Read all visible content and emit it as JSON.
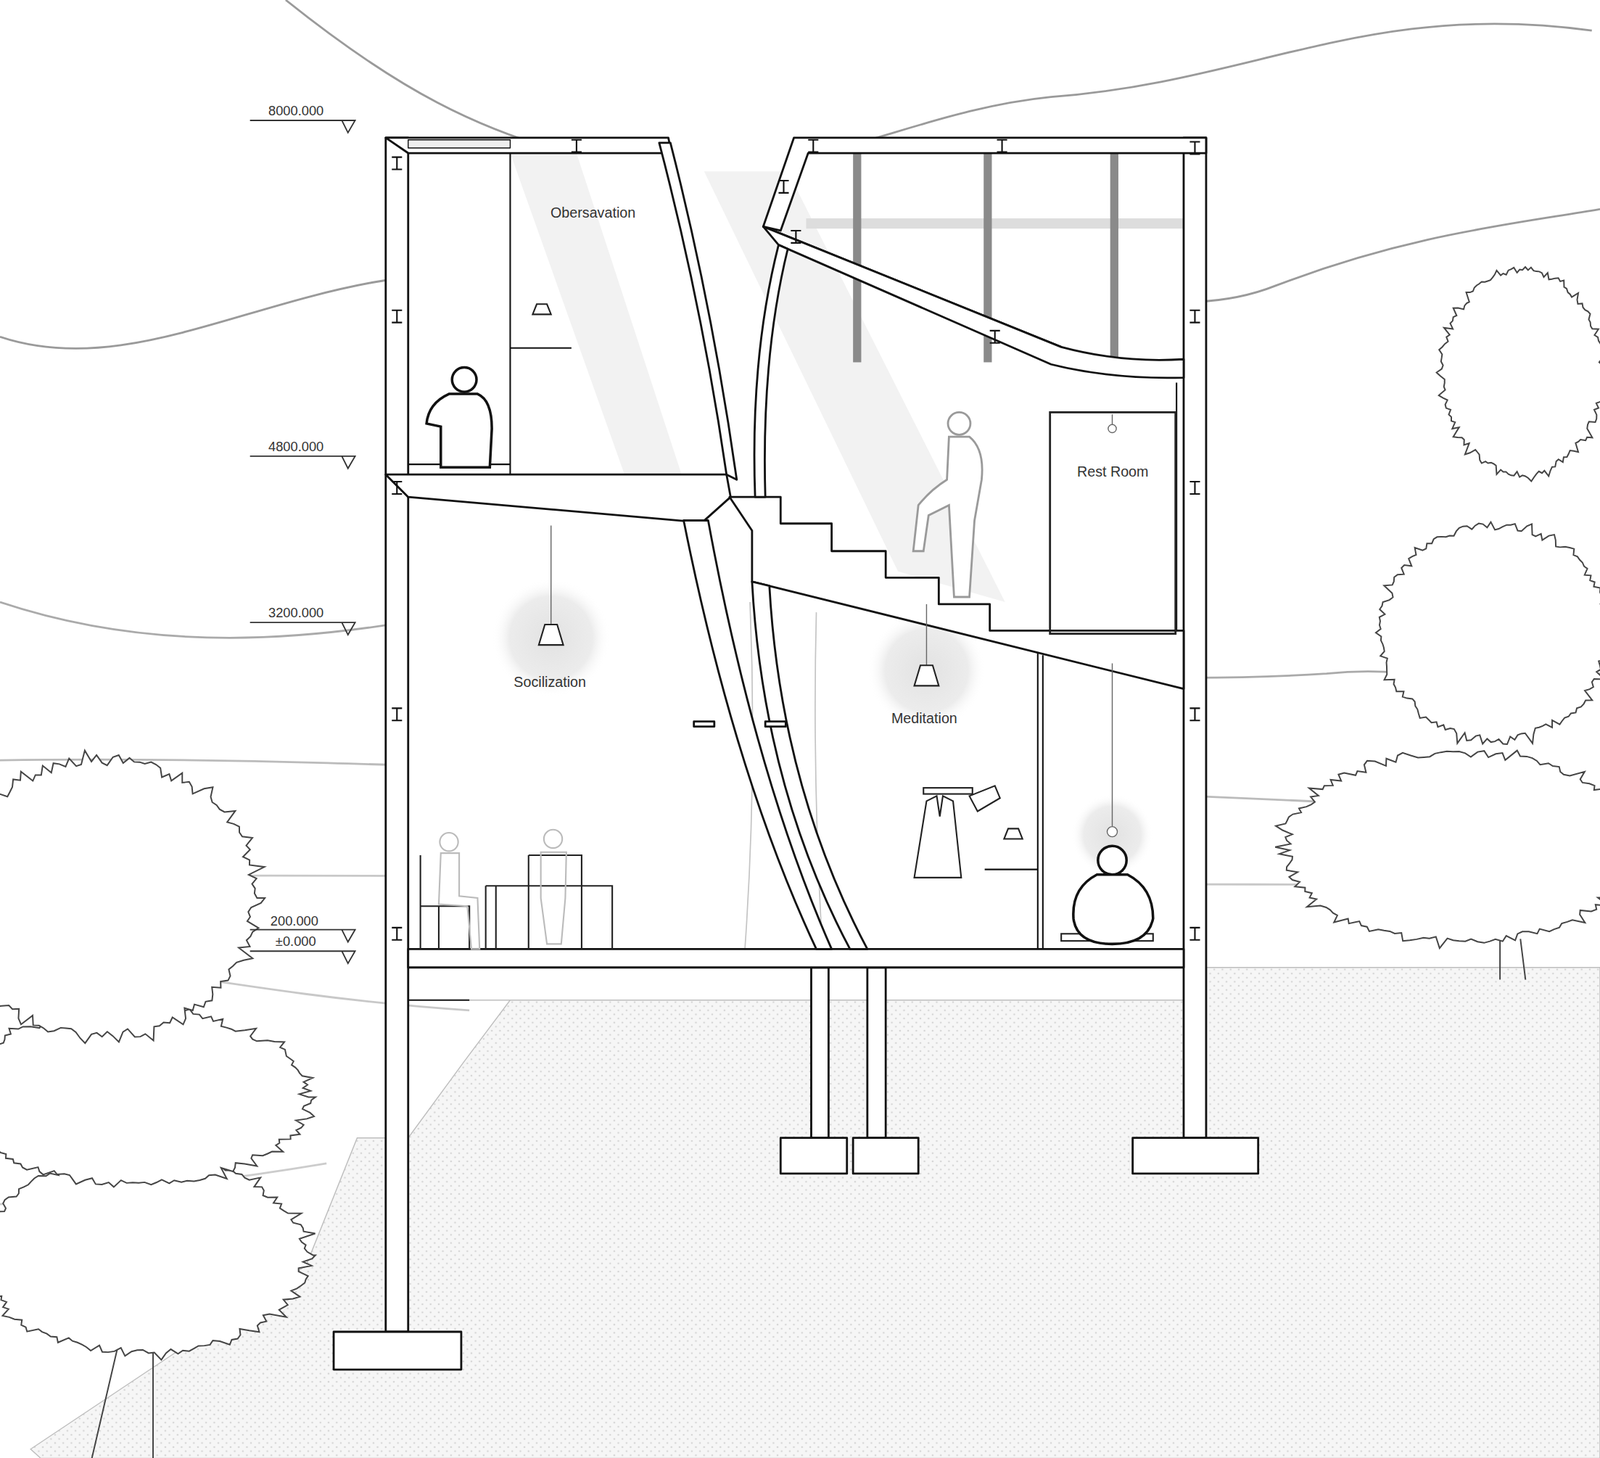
{
  "diagram": {
    "nodes": [
      {
        "text": [
          "Rest Room"
        ]
      }
    ],
    "labels": [
      "8000.000",
      "4800.000",
      "3200.000",
      "200.000",
      "±0.000",
      "Obersavation",
      "Socilization",
      "Meditation"
    ]
  }
}
